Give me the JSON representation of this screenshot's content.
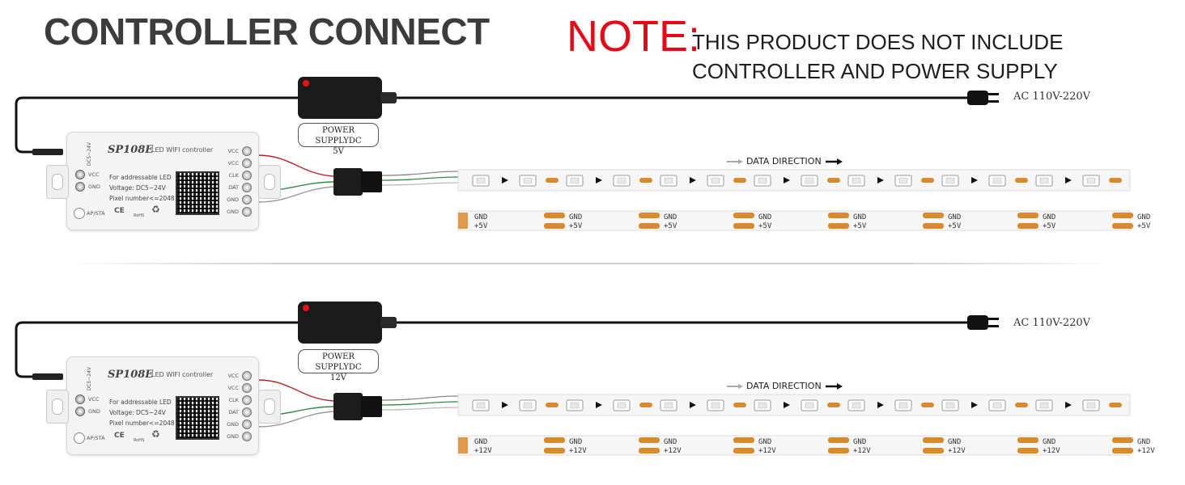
{
  "title": "CONTROLLER CONNECT",
  "note": {
    "word": "NOTE:",
    "line1": "THIS PRODUCT DOES NOT INCLUDE",
    "line2": "CONTROLLER AND POWER SUPPLY"
  },
  "setups": [
    {
      "ac_label": "AC 110V-220V",
      "psu_line1": "POWER SUPPLYDC",
      "psu_line2": "5V",
      "data_direction": "DATA DIRECTION",
      "strip_pad_top": "GND",
      "strip_pad_bottom": "+5V"
    },
    {
      "ac_label": "AC 110V-220V",
      "psu_line1": "POWER SUPPLYDC",
      "psu_line2": "12V",
      "data_direction": "DATA DIRECTION",
      "strip_pad_top": "GND",
      "strip_pad_bottom": "+12V"
    }
  ],
  "controller": {
    "model": "SP108E",
    "subtitle": "LED WIFI controller",
    "spec1": "For addressable LED",
    "spec2": "Voltage: DC5~24V",
    "spec3": "Pixel number<=2048",
    "dc_label": "DC5~24V",
    "left_vcc": "VCC",
    "left_gnd": "GND",
    "ap_sta": "AP/STA",
    "ce": "CE",
    "rohs": "RoHS",
    "pins": [
      "VCC",
      "VCC",
      "CLK",
      "DAT",
      "GND",
      "GND"
    ]
  },
  "colors": {
    "note_red": "#e30b17",
    "title_gray": "#3c3c3c",
    "pad_orange": "#d98a2b",
    "wire_red": "#b3262a",
    "wire_green": "#2e8a45",
    "wire_white": "#9a9a9a"
  },
  "icons": [
    "power-adapter-icon",
    "ac-plug-icon",
    "jst-connector-icon",
    "arrow-right-icon",
    "qr-code-icon",
    "recycle-icon"
  ]
}
